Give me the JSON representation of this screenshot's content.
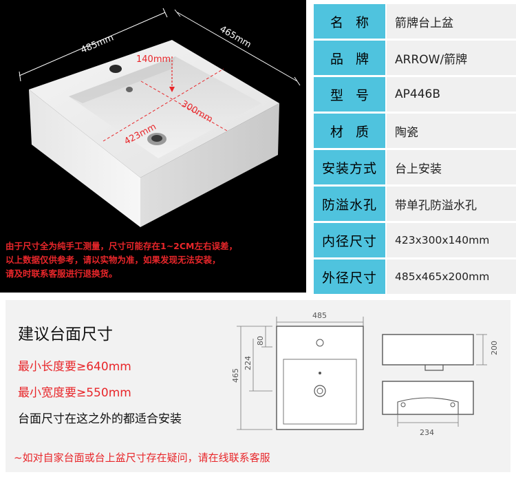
{
  "photo": {
    "dim_width": "485mm",
    "dim_depth": "465mm",
    "dim_inner_depth": "140mm",
    "dim_inner_width": "423mm",
    "dim_inner_length": "300mm",
    "disclaimer": [
      "由于尺寸全为纯手工测量，尺寸可能存在1~2CM左右误差，",
      "以上数据仅供参考，请以实物为准，如果发现无法安装，",
      "请及时联系客服进行退换货。"
    ]
  },
  "specs": [
    {
      "key": "名称",
      "value": "箭牌台上盆"
    },
    {
      "key": "品牌",
      "value": "ARROW/箭牌"
    },
    {
      "key": "型号",
      "value": "AP446B"
    },
    {
      "key": "材质",
      "value": "陶瓷"
    },
    {
      "key": "安装方式",
      "value": "台上安装"
    },
    {
      "key": "防溢水孔",
      "value": "带单孔防溢水孔"
    },
    {
      "key": "内径尺寸",
      "value": "423x300x140mm"
    },
    {
      "key": "外径尺寸",
      "value": "485x465x200mm"
    }
  ],
  "countertop": {
    "title": "建议台面尺寸",
    "min_length": "最小长度要≥640mm",
    "min_width": "最小宽度要≥550mm",
    "fit_note": "台面尺寸在这之外的都适合安装",
    "contact_note": "~如对自家台面或台上盆尺寸存在疑问，请在线联系客服"
  },
  "drawing": {
    "top_width": "485",
    "left_outer": "465",
    "left_inner": "224",
    "left_small": "80",
    "side_height": "200",
    "front_width": "234"
  },
  "colors": {
    "key_bg": "#4fc3de",
    "value_bg": "#f0f0f0",
    "accent_red": "#e8262a"
  }
}
